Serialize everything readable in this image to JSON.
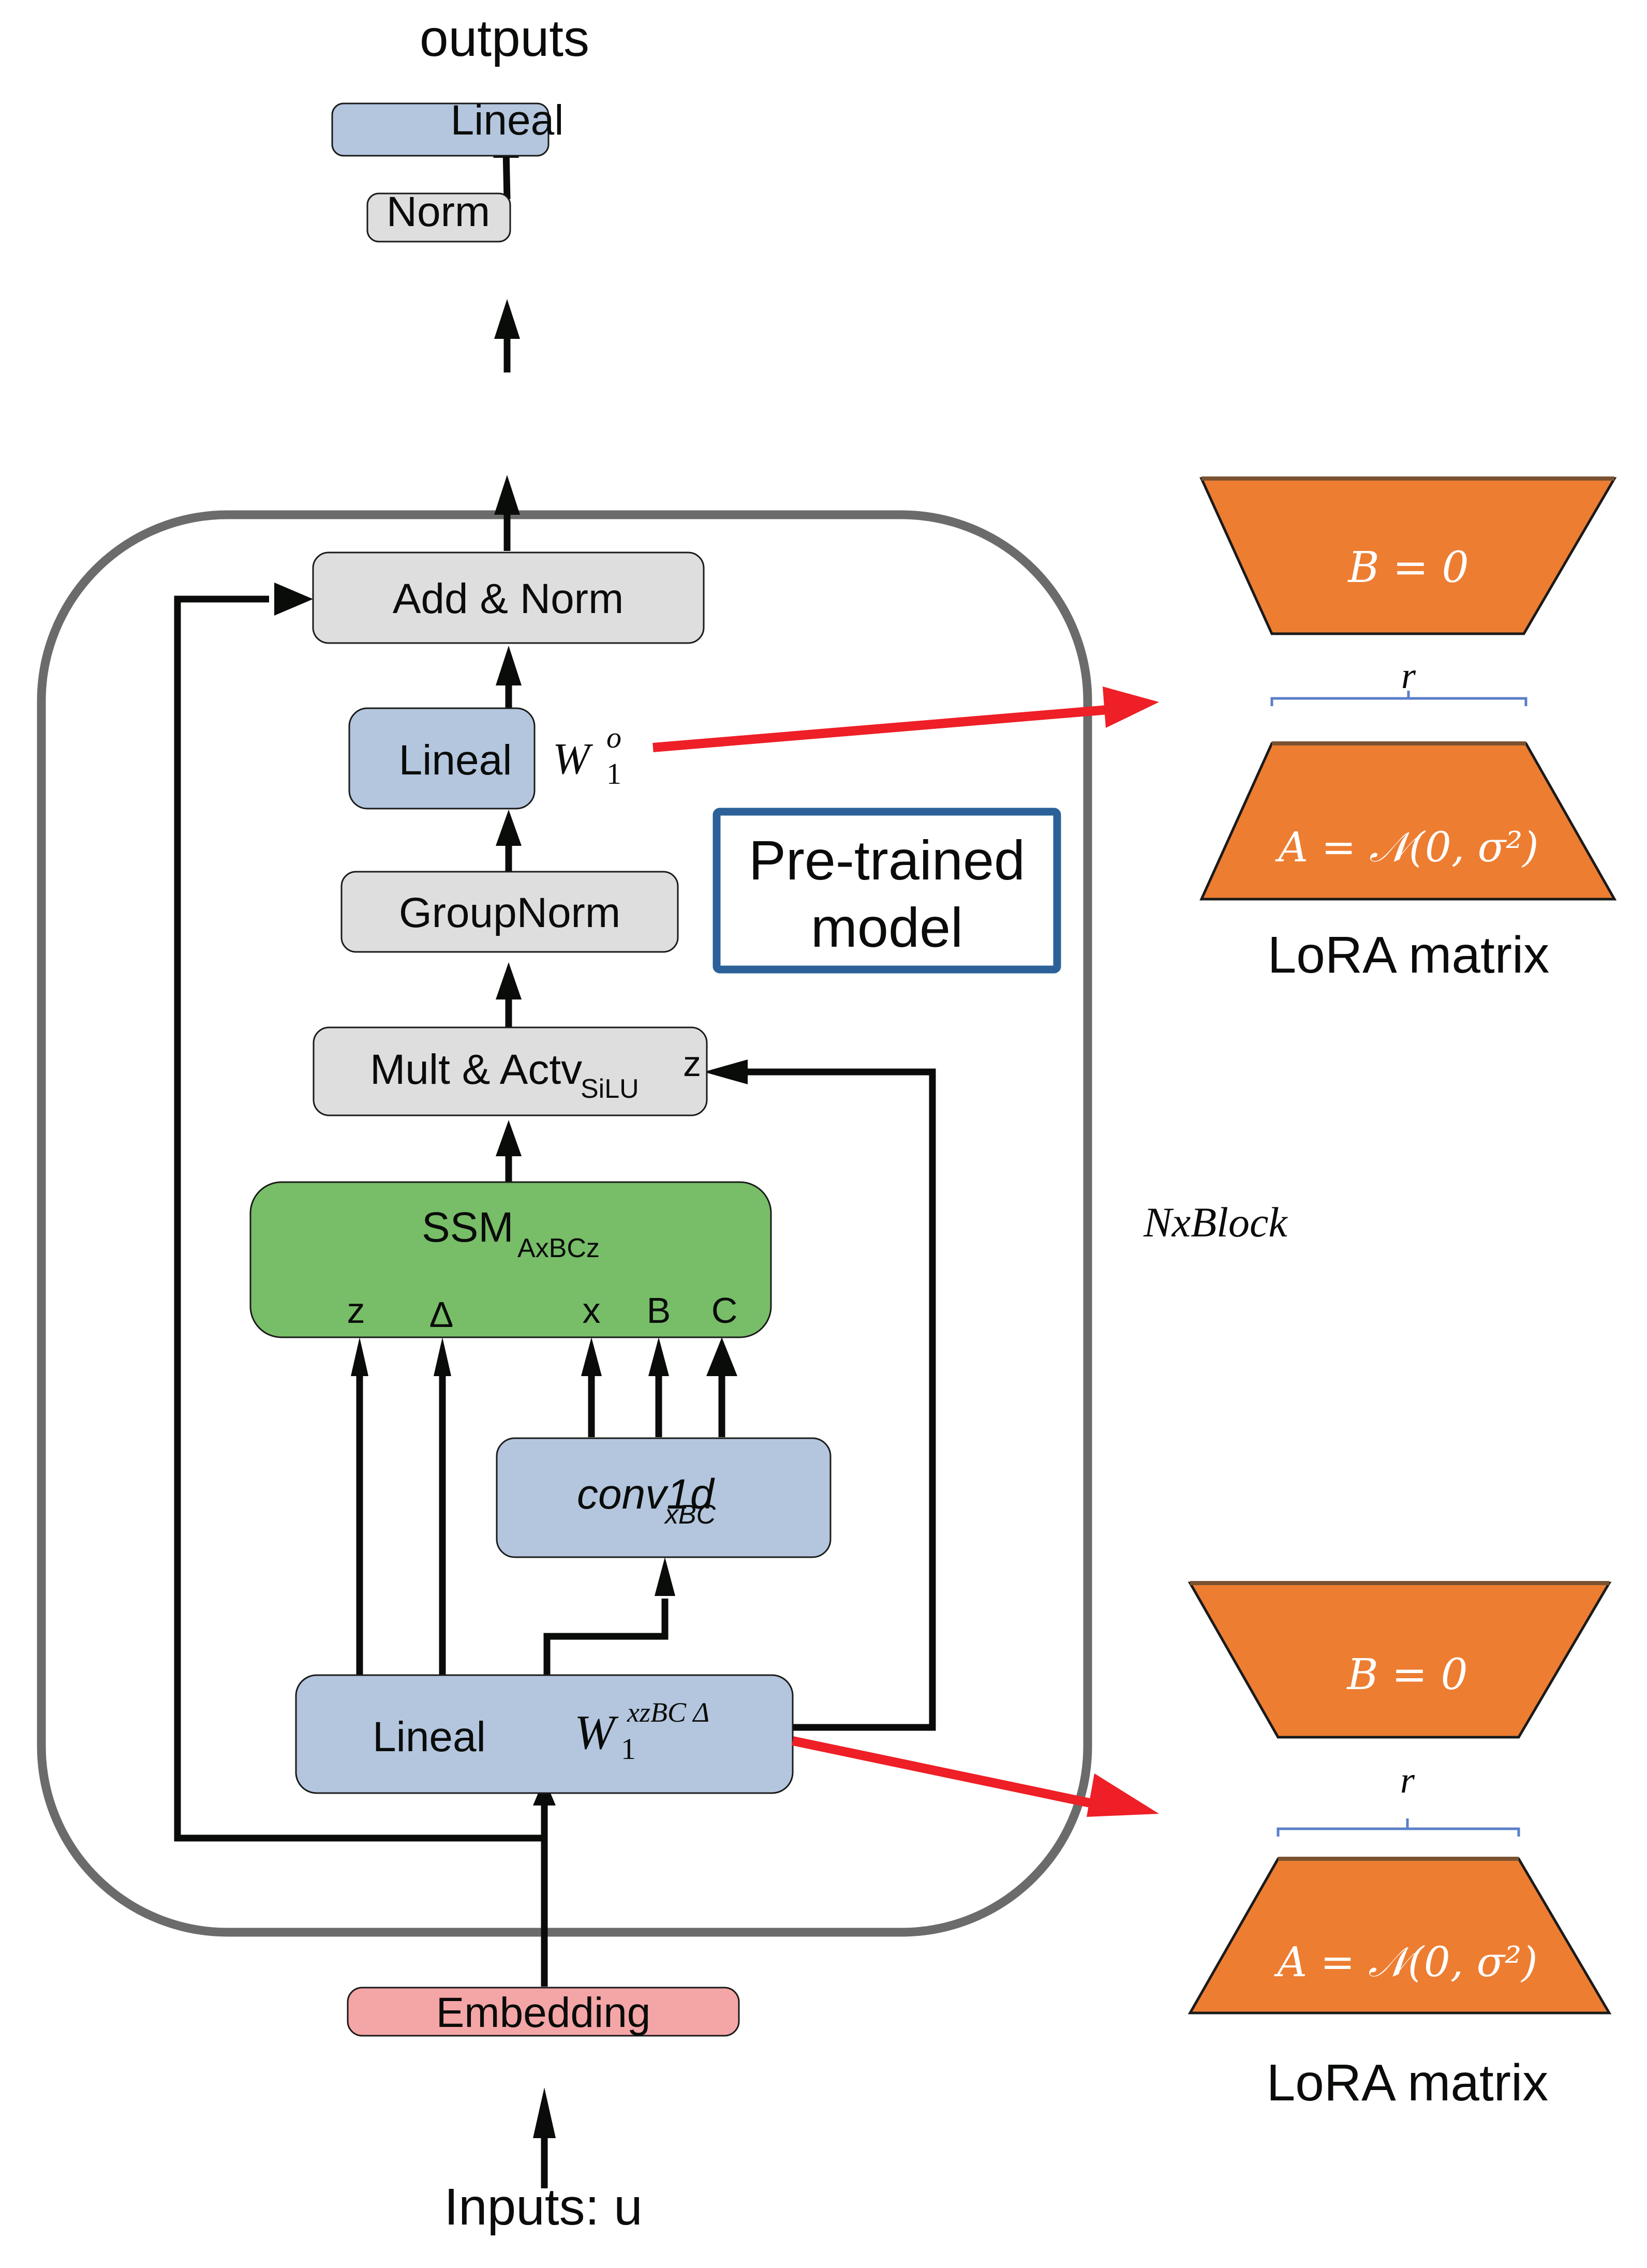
{
  "diagram": {
    "title_top": "outputs",
    "title_bottom": "Inputs: u",
    "block_label": "NxBlock",
    "pretrained_label": {
      "line1": "Pre-trained",
      "line2": "model"
    },
    "nodes": {
      "lineal_out": {
        "label": "Lineal"
      },
      "norm": {
        "label": "Norm"
      },
      "add_norm": {
        "label": "Add & Norm"
      },
      "lineal_w1o": {
        "label": "Lineal",
        "weight": "W",
        "sub": "1",
        "sup": "o"
      },
      "groupnorm": {
        "label": "GroupNorm"
      },
      "mult_actv": {
        "label": "Mult & Actv",
        "sub": "SiLU",
        "port": "z"
      },
      "ssm": {
        "label": "SSM",
        "sub": "AxBCz",
        "ports": [
          "z",
          "Δ",
          "x",
          "B",
          "C"
        ]
      },
      "conv1d": {
        "label": "conv1d",
        "sub": "xBC"
      },
      "lineal_w1in": {
        "label": "Lineal",
        "weight": "W",
        "sub": "1",
        "sup": "xzBC Δ"
      },
      "embedding": {
        "label": "Embedding"
      }
    },
    "lora": [
      {
        "b_label": "B = 0",
        "a_label": "A = 𝒩(0, σ²)",
        "rank_label": "r",
        "caption": "LoRA matrix",
        "attached_to": "Lineal W1o"
      },
      {
        "b_label": "B = 0",
        "a_label": "A = 𝒩(0, σ²)",
        "rank_label": "r",
        "caption": "LoRA matrix",
        "attached_to": "Lineal W1xzBCΔ"
      }
    ],
    "colors": {
      "linear_block": "#b4c6de",
      "norm_block": "#dedede",
      "ssm_block": "#78bd68",
      "embedding_block": "#f4a5a6",
      "lora_matrix": "#ed7d31",
      "lora_arrow": "#ee1f26",
      "pretrained_border": "#2b6198",
      "nxblock_border": "#6a6b6a"
    }
  }
}
